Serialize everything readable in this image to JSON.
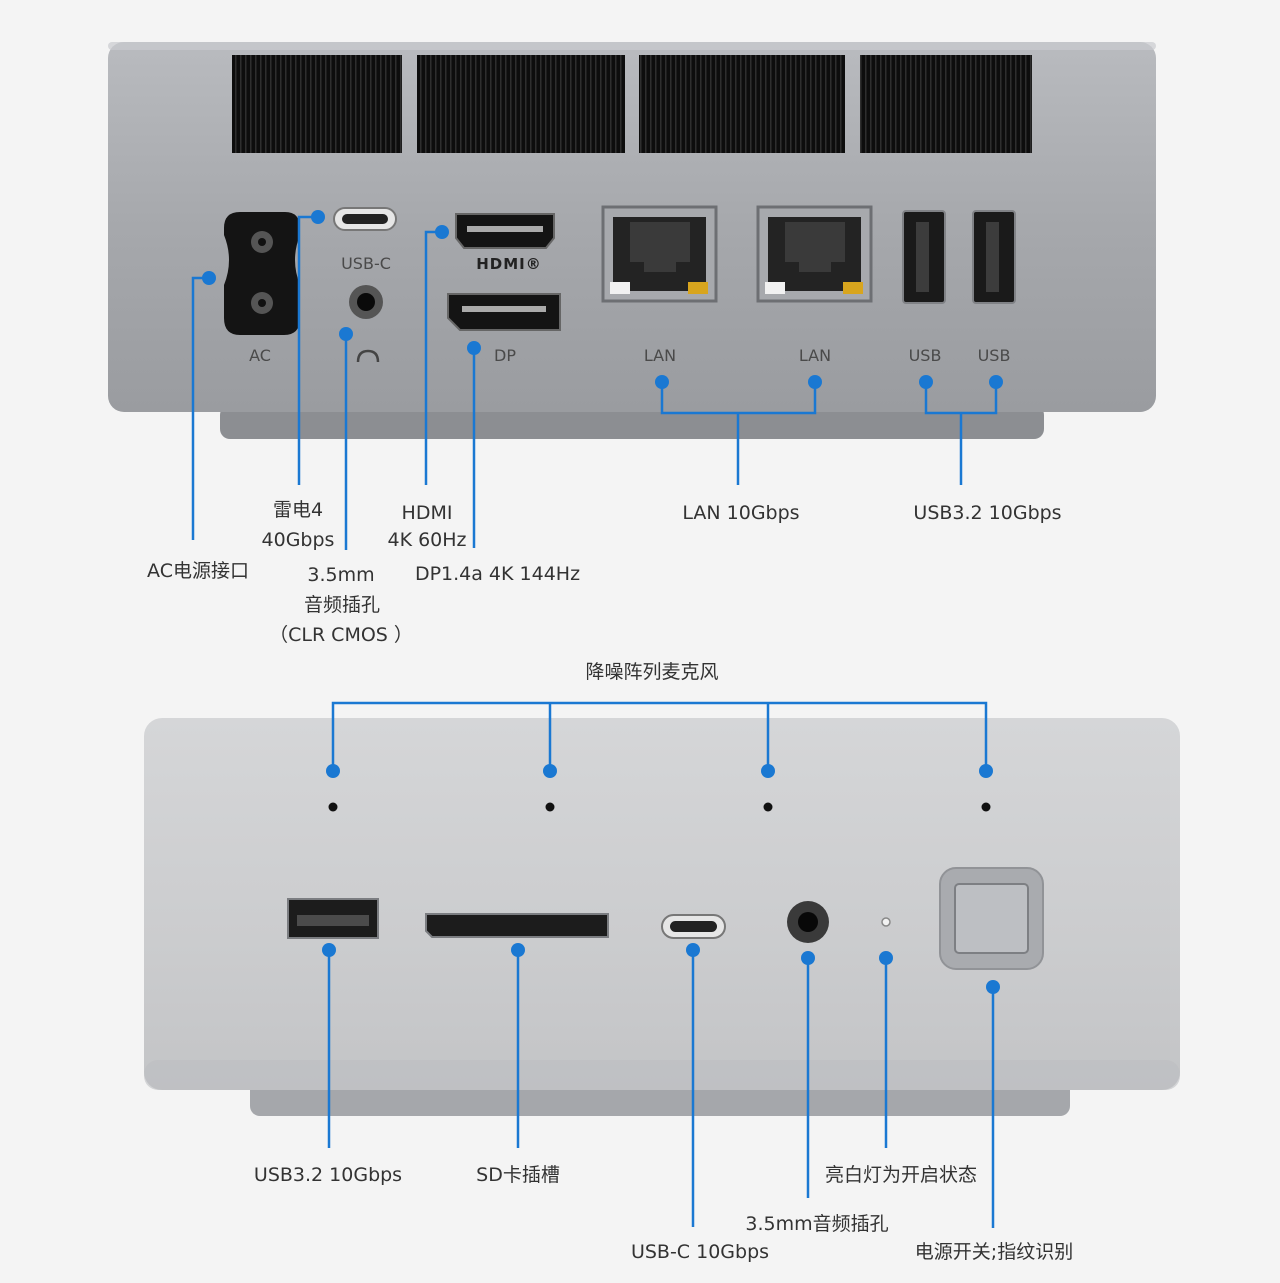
{
  "back_panel": {
    "port_labels": {
      "ac": "AC",
      "usbc": "USB-C",
      "dp": "DP",
      "lan1": "LAN",
      "lan2": "LAN",
      "usb1": "USB",
      "usb2": "USB",
      "hdmi_logo": "HDMI®"
    },
    "callouts": {
      "ac_power": "AC电源接口",
      "thunderbolt": [
        "雷电4",
        "40Gbps"
      ],
      "audio_jack": [
        "3.5mm",
        "音频插孔",
        "（CLR CMOS ）"
      ],
      "hdmi": [
        "HDMI",
        "4K 60Hz"
      ],
      "dp": "DP1.4a 4K 144Hz",
      "lan": "LAN 10Gbps",
      "usb": "USB3.2 10Gbps"
    }
  },
  "front_panel": {
    "callouts": {
      "microphone_array": "降噪阵列麦克风",
      "usb": "USB3.2 10Gbps",
      "sd_slot": "SD卡插槽",
      "usbc": "USB-C 10Gbps",
      "audio_jack": "3.5mm音频插孔",
      "status_light": "亮白灯为开启状态",
      "power_button": "电源开关;指纹识别"
    }
  },
  "colors": {
    "accent": "#1a78d2",
    "text": "#333333",
    "background": "#f4f4f4"
  }
}
